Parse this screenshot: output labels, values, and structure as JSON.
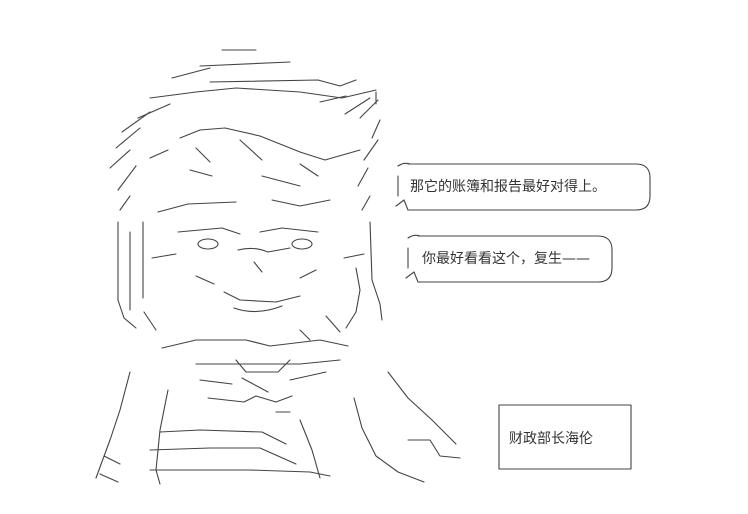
{
  "speech_bubbles": [
    {
      "text": "那它的账簿和报告最好对得上。"
    },
    {
      "text": "你最好看看这个，复生——"
    }
  ],
  "sign": {
    "text": "财政部长海伦"
  },
  "colors": {
    "ink": "#333333",
    "background": "#ffffff"
  }
}
